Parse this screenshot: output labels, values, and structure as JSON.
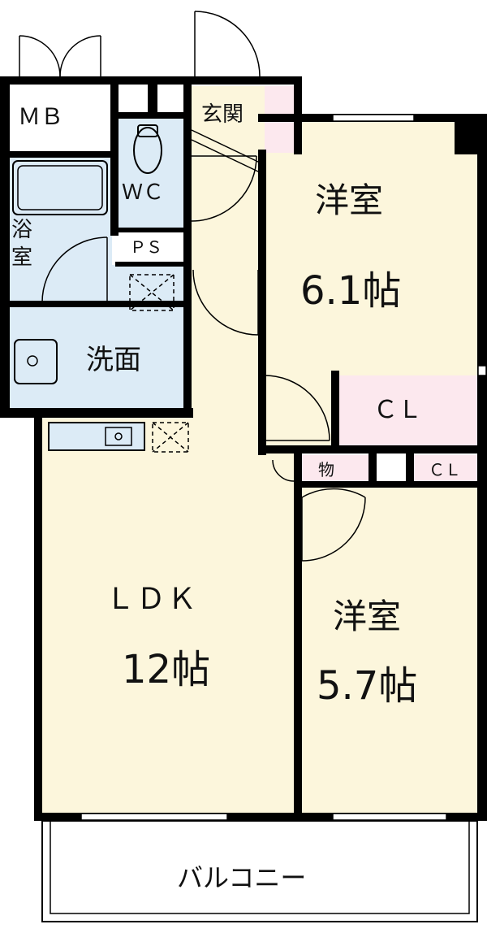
{
  "colors": {
    "wall": "#000000",
    "living": "#fcf6dc",
    "wet": "#dcebf6",
    "entrance": "#fce8ee",
    "closet": "#fce8ee",
    "balcony": "#ffffff"
  },
  "rooms": {
    "mb": "ＭＢ",
    "bath_top": "浴",
    "bath_bottom": "室",
    "wc": "ＷＣ",
    "ps": "ＰＳ",
    "washroom": "洗面",
    "entrance": "玄関",
    "bedroom1_name": "洋室",
    "bedroom1_size": "6.1帖",
    "closet1": "ＣＬ",
    "storage": "物",
    "closet2": "ＣＬ",
    "ldk_name": "ＬＤＫ",
    "ldk_size": "12帖",
    "bedroom2_name": "洋室",
    "bedroom2_size": "5.7帖",
    "balcony": "バルコニー"
  }
}
